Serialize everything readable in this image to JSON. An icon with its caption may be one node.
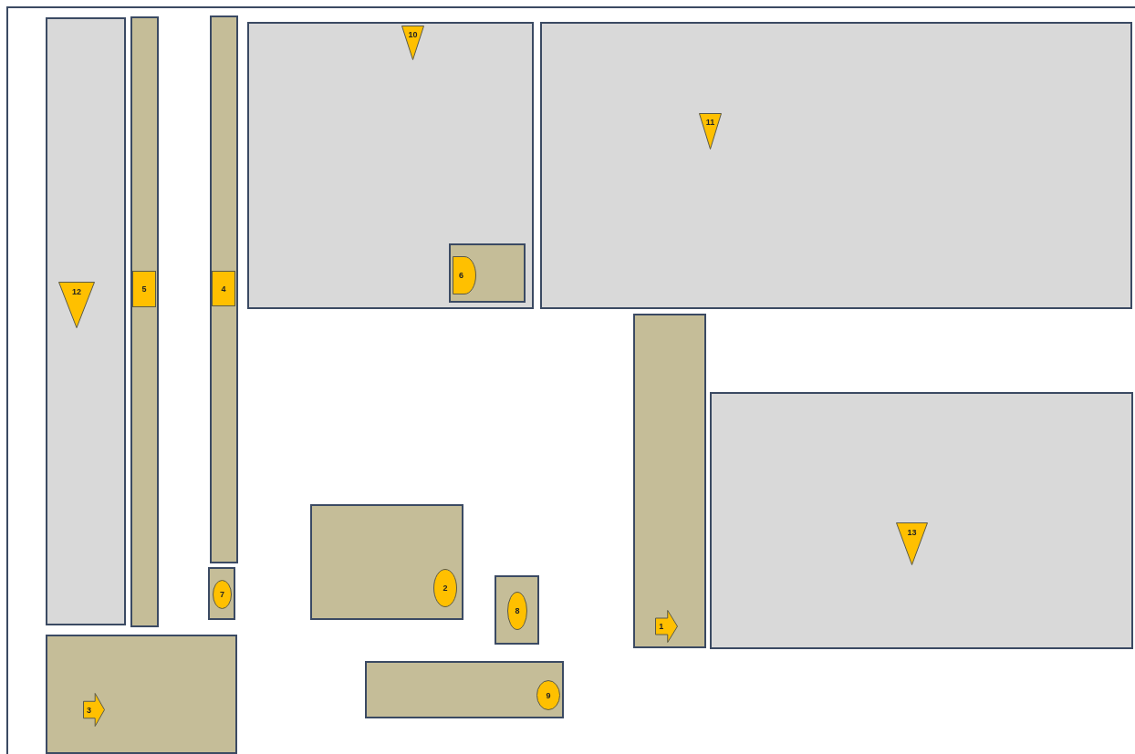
{
  "diagram": {
    "nodes": [
      {
        "text": [],
        "shape": "box"
      },
      {
        "text": [
          "12"
        ],
        "in": 0
      },
      {
        "text": [],
        "shape": "box"
      },
      {
        "text": [
          "5"
        ],
        "in": 2
      },
      {
        "text": [],
        "shape": "box"
      },
      {
        "text": [
          "4"
        ],
        "in": 4
      },
      {
        "text": [],
        "shape": "box"
      },
      {
        "text": [
          "10"
        ],
        "in": 6
      },
      {
        "text": [],
        "shape": "box",
        "in": 6
      },
      {
        "text": [
          "6"
        ],
        "in": 8
      },
      {
        "text": [],
        "shape": "box"
      },
      {
        "text": [
          "11"
        ],
        "in": 10
      },
      {
        "text": [],
        "shape": "box"
      },
      {
        "text": [
          "1"
        ],
        "in": 12
      },
      {
        "text": [],
        "shape": "box"
      },
      {
        "text": [
          "13"
        ],
        "in": 14
      },
      {
        "text": [],
        "shape": "box"
      },
      {
        "text": [
          "2"
        ],
        "in": 16
      },
      {
        "text": [],
        "shape": "box"
      },
      {
        "text": [
          "7"
        ],
        "in": 18
      },
      {
        "text": [],
        "shape": "box"
      },
      {
        "text": [
          "8"
        ],
        "in": 20
      },
      {
        "text": [],
        "shape": "box"
      },
      {
        "text": [
          "3"
        ],
        "in": 22
      },
      {
        "text": [],
        "shape": "box"
      },
      {
        "text": [
          "9"
        ],
        "in": 24
      }
    ]
  }
}
